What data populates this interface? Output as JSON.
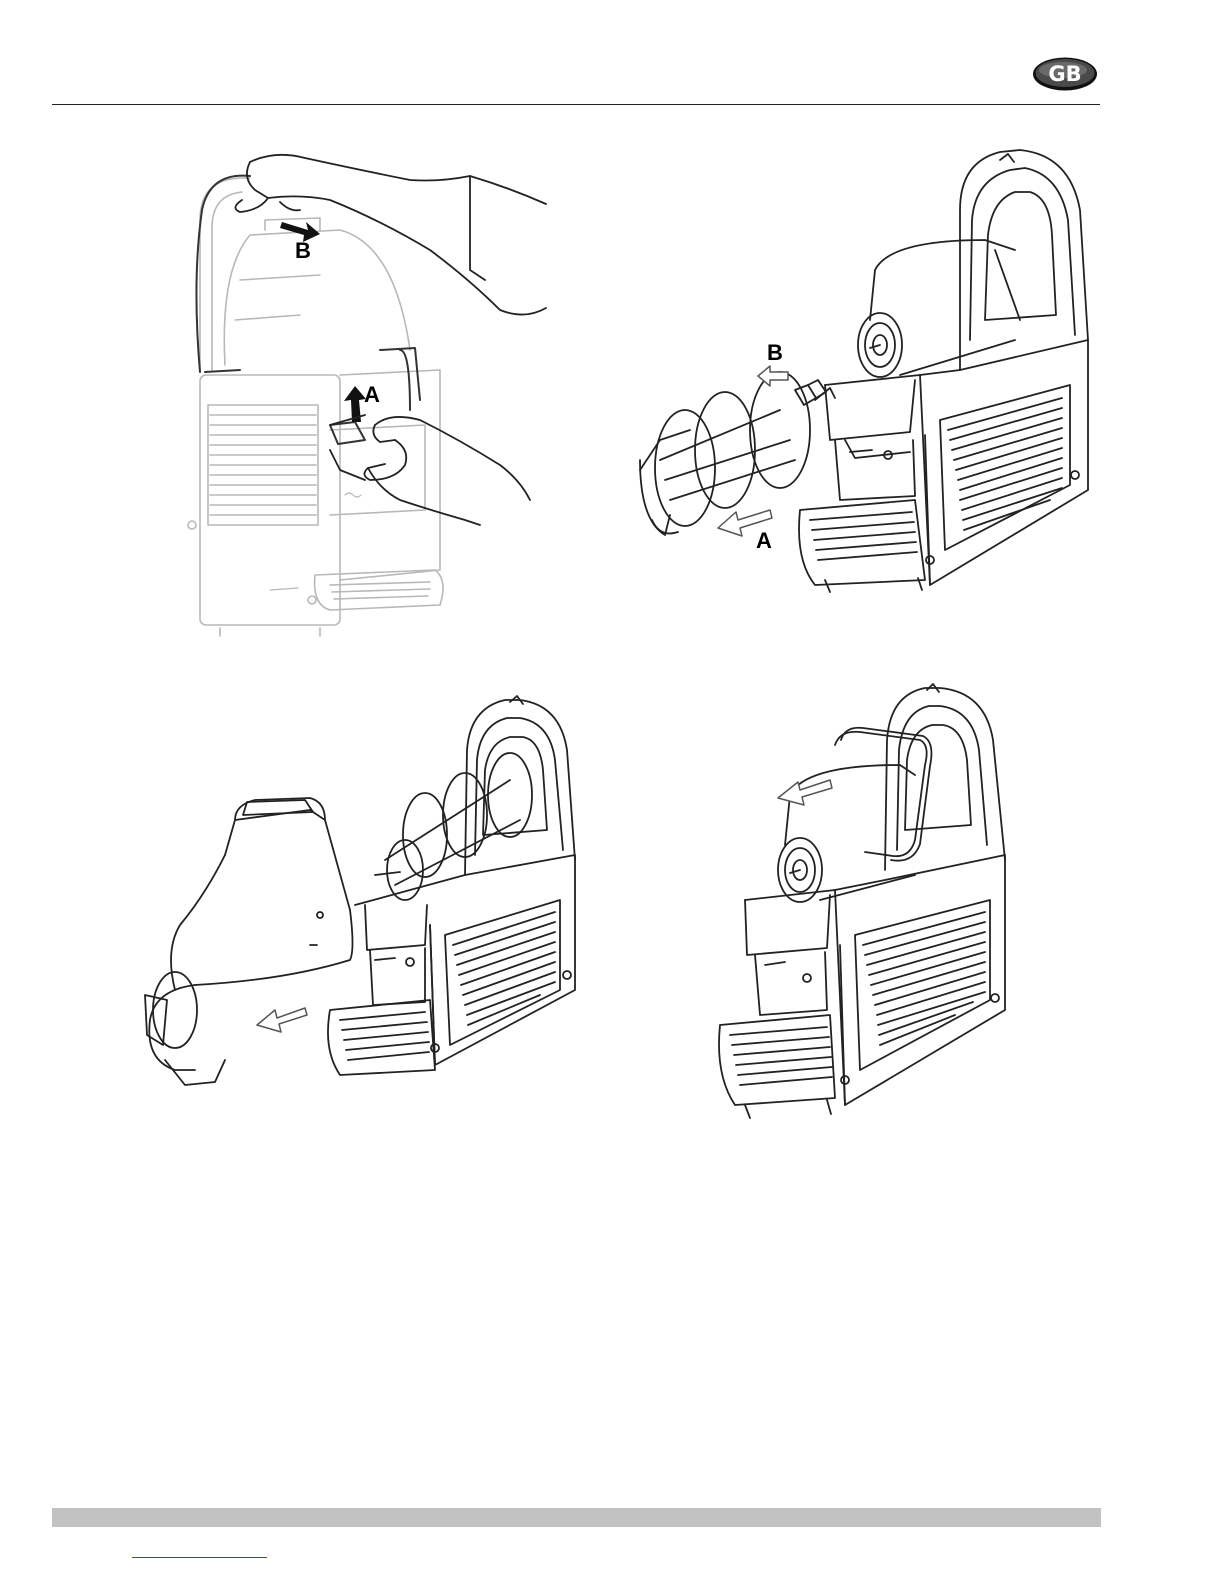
{
  "header": {
    "language_badge": "GB"
  },
  "figures": {
    "fig1": {
      "label_a": "A",
      "label_b": "B"
    },
    "fig2": {
      "label_a": "A",
      "label_b": "B"
    },
    "fig3": {},
    "fig4": {}
  },
  "colors": {
    "line": "#222222",
    "faded_line": "#b8b8b8",
    "badge_fill": "#3a3a3a",
    "footer_bar": "#c2c2c2",
    "footer_link": "#3b3bd6"
  }
}
